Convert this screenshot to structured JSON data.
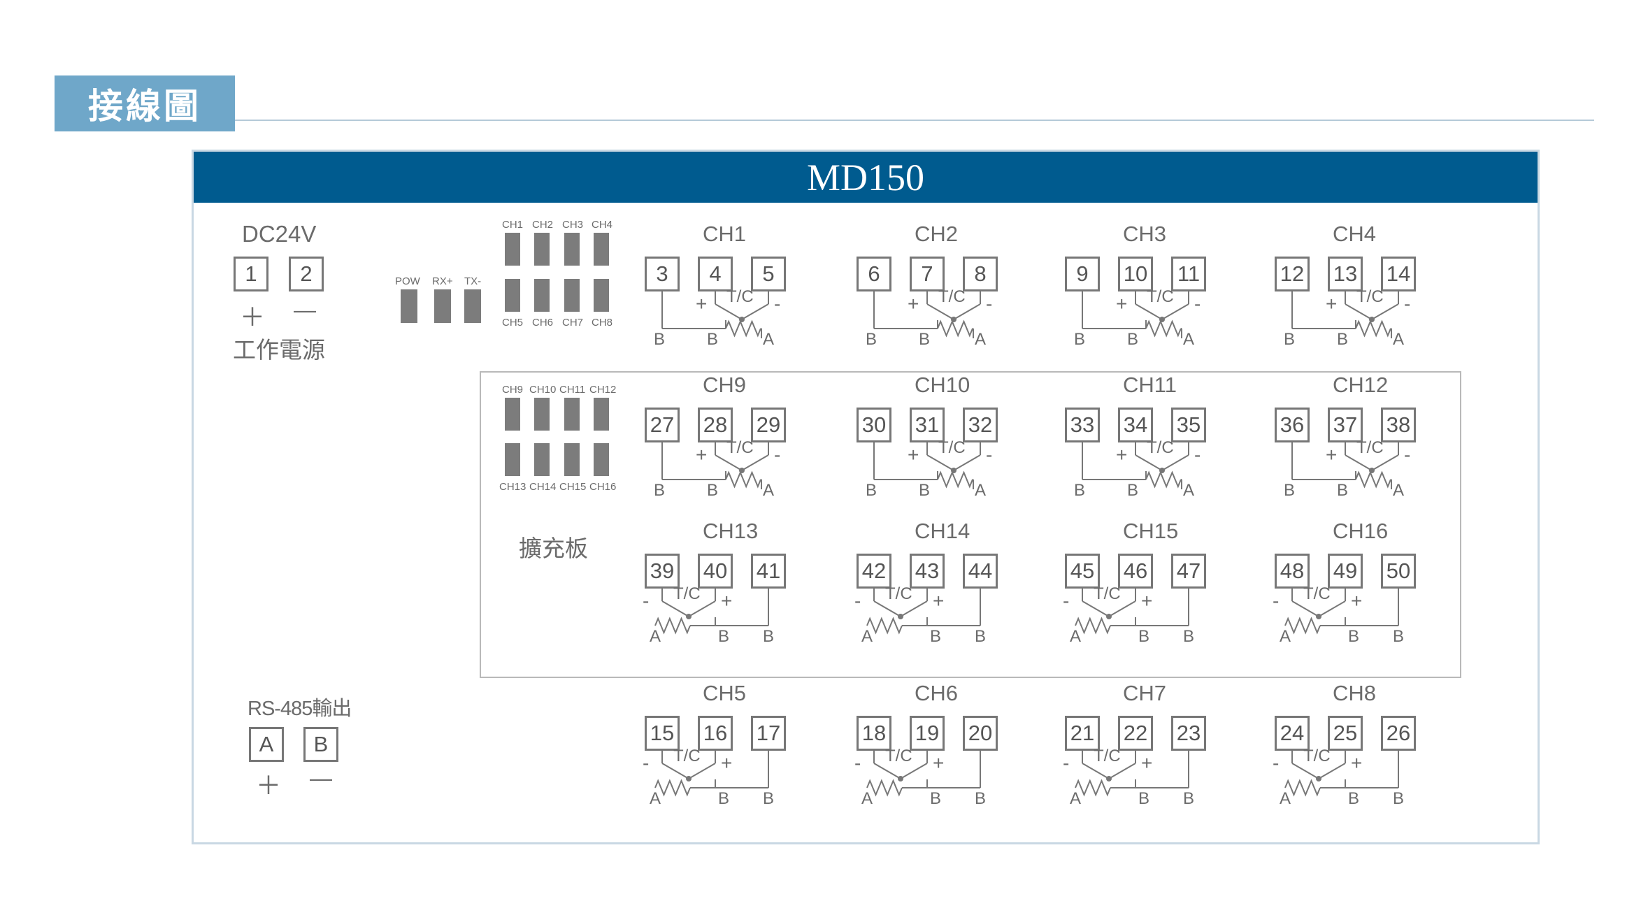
{
  "section": {
    "title": "接線圖"
  },
  "device": {
    "model": "MD150"
  },
  "power": {
    "voltage": "DC24V",
    "terminals": [
      "1",
      "2"
    ],
    "signs": [
      "＋",
      "—"
    ],
    "label": "工作電源"
  },
  "status_leds": {
    "labels": [
      "POW",
      "RX+",
      "TX-"
    ]
  },
  "channel_leds_main": {
    "top_labels": [
      "CH1",
      "CH2",
      "CH3",
      "CH4"
    ],
    "bottom_labels": [
      "CH5",
      "CH6",
      "CH7",
      "CH8"
    ]
  },
  "channel_leds_expansion": {
    "top_labels": [
      "CH9",
      "CH10",
      "CH11",
      "CH12"
    ],
    "bottom_labels": [
      "CH13",
      "CH14",
      "CH15",
      "CH16"
    ]
  },
  "expansion": {
    "label": "擴充板"
  },
  "rs485": {
    "label": "RS-485輸出",
    "terminals": [
      "A",
      "B"
    ],
    "signs": [
      "＋",
      "—"
    ]
  },
  "wiring_labels": {
    "tc": "T/C",
    "plus": "+",
    "minus": "-",
    "a": "A",
    "b": "B"
  },
  "channel_groups": [
    {
      "name": "CH1",
      "terminals": [
        "3",
        "4",
        "5"
      ],
      "orientation": "up"
    },
    {
      "name": "CH2",
      "terminals": [
        "6",
        "7",
        "8"
      ],
      "orientation": "up"
    },
    {
      "name": "CH3",
      "terminals": [
        "9",
        "10",
        "11"
      ],
      "orientation": "up"
    },
    {
      "name": "CH4",
      "terminals": [
        "12",
        "13",
        "14"
      ],
      "orientation": "up"
    },
    {
      "name": "CH9",
      "terminals": [
        "27",
        "28",
        "29"
      ],
      "orientation": "up"
    },
    {
      "name": "CH10",
      "terminals": [
        "30",
        "31",
        "32"
      ],
      "orientation": "up"
    },
    {
      "name": "CH11",
      "terminals": [
        "33",
        "34",
        "35"
      ],
      "orientation": "up"
    },
    {
      "name": "CH12",
      "terminals": [
        "36",
        "37",
        "38"
      ],
      "orientation": "up"
    },
    {
      "name": "CH13",
      "terminals": [
        "39",
        "40",
        "41"
      ],
      "orientation": "down"
    },
    {
      "name": "CH14",
      "terminals": [
        "42",
        "43",
        "44"
      ],
      "orientation": "down"
    },
    {
      "name": "CH15",
      "terminals": [
        "45",
        "46",
        "47"
      ],
      "orientation": "down"
    },
    {
      "name": "CH16",
      "terminals": [
        "48",
        "49",
        "50"
      ],
      "orientation": "down"
    },
    {
      "name": "CH5",
      "terminals": [
        "15",
        "16",
        "17"
      ],
      "orientation": "down"
    },
    {
      "name": "CH6",
      "terminals": [
        "18",
        "19",
        "20"
      ],
      "orientation": "down"
    },
    {
      "name": "CH7",
      "terminals": [
        "21",
        "22",
        "23"
      ],
      "orientation": "down"
    },
    {
      "name": "CH8",
      "terminals": [
        "24",
        "25",
        "26"
      ],
      "orientation": "down"
    }
  ]
}
